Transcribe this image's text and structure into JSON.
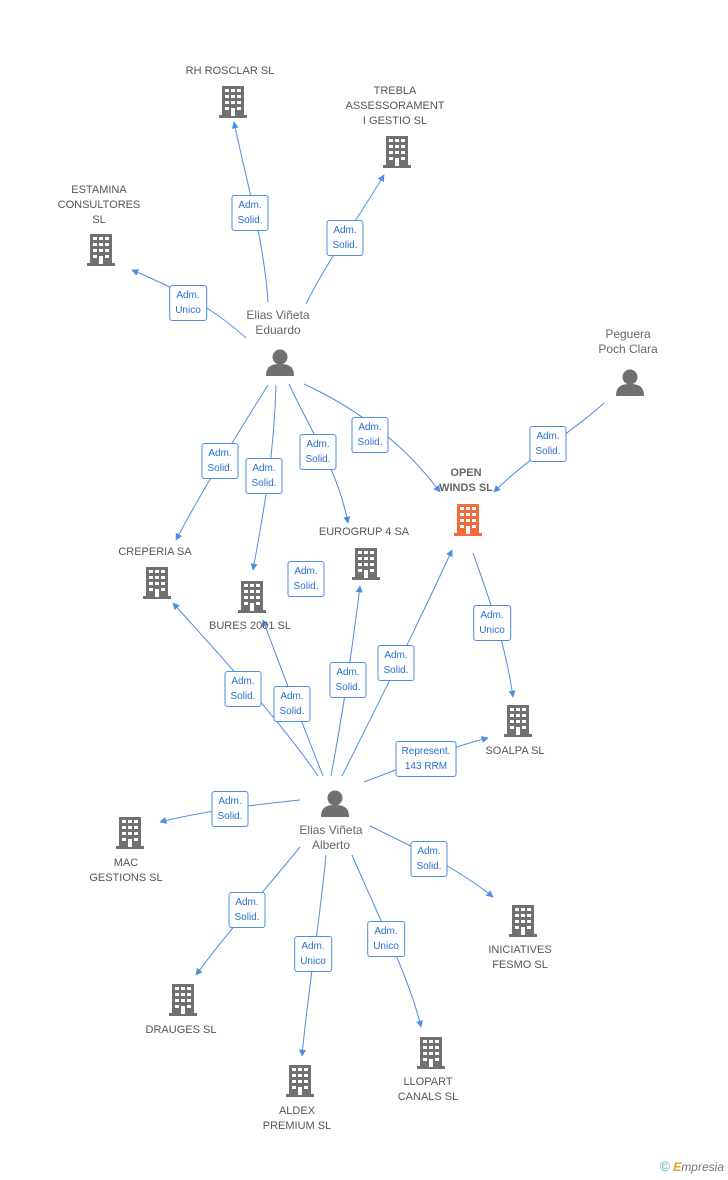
{
  "colors": {
    "edge": "#4a8fe0",
    "node": "#707070",
    "main": "#f26a3d"
  },
  "nodes": {
    "rh_rosclar": {
      "label": "RH ROSCLAR SL",
      "type": "company"
    },
    "trebla": {
      "label": "TREBLA\nASSESSORAMENT\nI GESTIO SL",
      "type": "company"
    },
    "estamina": {
      "label": "ESTAMINA\nCONSULTORES\nSL",
      "type": "company"
    },
    "elias_eduardo": {
      "label": "Elias Viñeta\nEduardo",
      "type": "person"
    },
    "peguera": {
      "label": "Peguera\nPoch Clara",
      "type": "person"
    },
    "open_winds": {
      "label": "OPEN\nWINDS SL",
      "type": "main"
    },
    "eurogrup": {
      "label": "EUROGRUP 4 SA",
      "type": "company"
    },
    "creperia": {
      "label": "CREPERIA SA",
      "type": "company"
    },
    "bures": {
      "label": "BURES 2001 SL",
      "type": "company"
    },
    "soalpa": {
      "label": "SOALPA SL",
      "type": "company"
    },
    "elias_alberto": {
      "label": "Elias Viñeta\nAlberto",
      "type": "person"
    },
    "mac": {
      "label": "MAC\nGESTIONS SL",
      "type": "company"
    },
    "iniciatives": {
      "label": "INICIATIVES\nFESMO SL",
      "type": "company"
    },
    "drauges": {
      "label": "DRAUGES SL",
      "type": "company"
    },
    "aldex": {
      "label": "ALDEX\nPREMIUM SL",
      "type": "company"
    },
    "llopart": {
      "label": "LLOPART\nCANALS SL",
      "type": "company"
    }
  },
  "edges": [
    {
      "id": "e1",
      "label": "Adm.\nSolid."
    },
    {
      "id": "e2",
      "label": "Adm.\nSolid."
    },
    {
      "id": "e3",
      "label": "Adm.\nUnico"
    },
    {
      "id": "e4",
      "label": "Adm.\nSolid."
    },
    {
      "id": "e5",
      "label": "Adm.\nSolid."
    },
    {
      "id": "e6",
      "label": "Adm.\nSolid."
    },
    {
      "id": "e7",
      "label": "Adm.\nSolid."
    },
    {
      "id": "e8",
      "label": "Adm.\nSolid."
    },
    {
      "id": "e9",
      "label": "Adm.\nUnico"
    },
    {
      "id": "e10",
      "label": "Adm.\nSolid."
    },
    {
      "id": "e11",
      "label": "Adm.\nSolid."
    },
    {
      "id": "e12",
      "label": "Adm.\nSolid."
    },
    {
      "id": "e13",
      "label": "Adm.\nSolid."
    },
    {
      "id": "e14",
      "label": "Adm.\nSolid."
    },
    {
      "id": "e15",
      "label": "Represent.\n143 RRM"
    },
    {
      "id": "e16",
      "label": "Adm.\nSolid."
    },
    {
      "id": "e17",
      "label": "Adm.\nSolid."
    },
    {
      "id": "e18",
      "label": "Adm.\nSolid."
    },
    {
      "id": "e19",
      "label": "Adm.\nUnico"
    },
    {
      "id": "e20",
      "label": "Adm.\nUnico"
    }
  ],
  "credit": {
    "symbol": "©",
    "brand_initial": "E",
    "brand_rest": "mpresia"
  }
}
